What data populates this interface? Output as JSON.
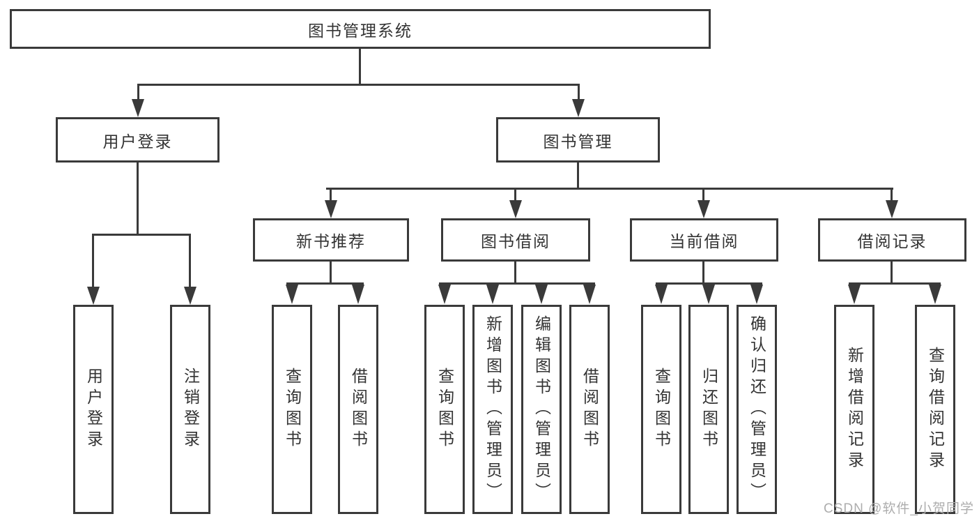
{
  "diagram_type": "hierarchy-tree",
  "colors": {
    "line": "#3a3a3a",
    "text": "#333333",
    "background": "#ffffff",
    "watermark_text": "#adadad"
  },
  "watermark": "CSDN @软件_小贺同学",
  "tree": {
    "label": "图书管理系统",
    "children": [
      {
        "label": "用户登录",
        "children": [
          {
            "label": "用户登录"
          },
          {
            "label": "注销登录"
          }
        ]
      },
      {
        "label": "图书管理",
        "children": [
          {
            "label": "新书推荐",
            "children": [
              {
                "label": "查询图书"
              },
              {
                "label": "借阅图书"
              }
            ]
          },
          {
            "label": "图书借阅",
            "children": [
              {
                "label": "查询图书"
              },
              {
                "label": "新增图书（管理员）"
              },
              {
                "label": "编辑图书（管理员）"
              },
              {
                "label": "借阅图书"
              }
            ]
          },
          {
            "label": "当前借阅",
            "children": [
              {
                "label": "查询图书"
              },
              {
                "label": "归还图书"
              },
              {
                "label": "确认归还（管理员）"
              }
            ]
          },
          {
            "label": "借阅记录",
            "children": [
              {
                "label": "新增借阅记录"
              },
              {
                "label": "查询借阅记录"
              }
            ]
          }
        ]
      }
    ]
  }
}
